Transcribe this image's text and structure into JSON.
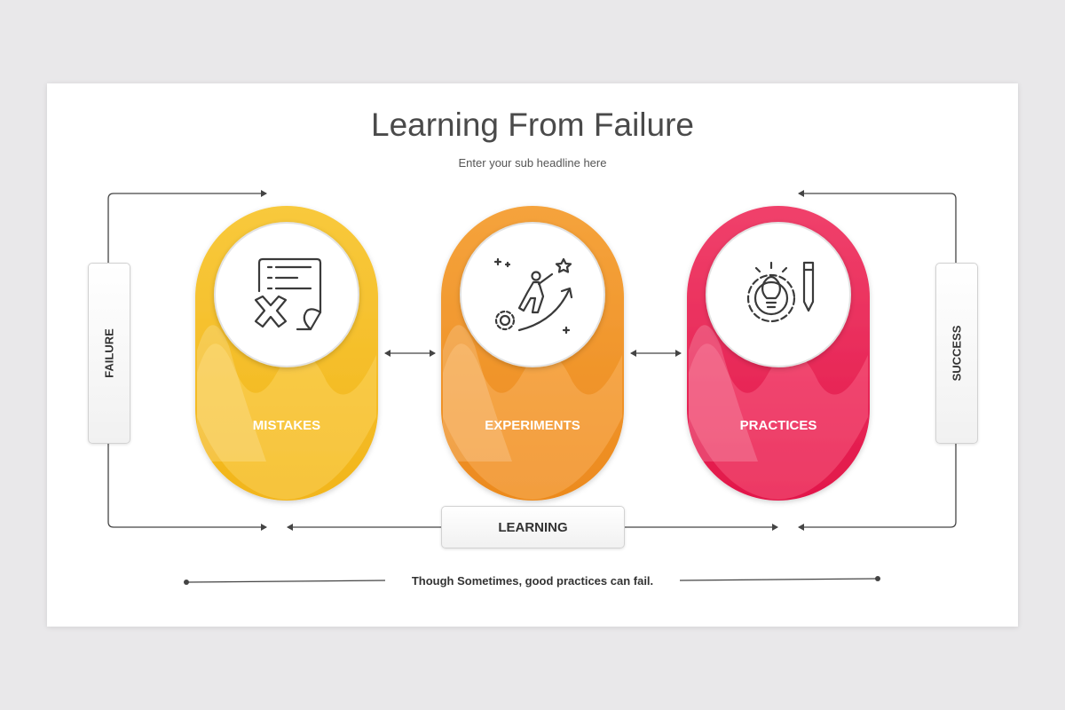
{
  "title": "Learning From Failure",
  "subtitle": "Enter your sub headline here",
  "stages": [
    {
      "label": "MISTAKES",
      "icon": "document-cross-icon",
      "color": "#f3b51d"
    },
    {
      "label": "EXPERIMENTS",
      "icon": "climbing-growth-icon",
      "color": "#ef8f22"
    },
    {
      "label": "PRACTICES",
      "icon": "idea-gear-pencil-icon",
      "color": "#e8174a"
    }
  ],
  "side_labels": {
    "left": "FAILURE",
    "right": "SUCCESS"
  },
  "bottom_label": "LEARNING",
  "footer": "Though Sometimes, good practices can fail.",
  "colors": {
    "line": "#444444",
    "title": "#4a4a4a"
  }
}
